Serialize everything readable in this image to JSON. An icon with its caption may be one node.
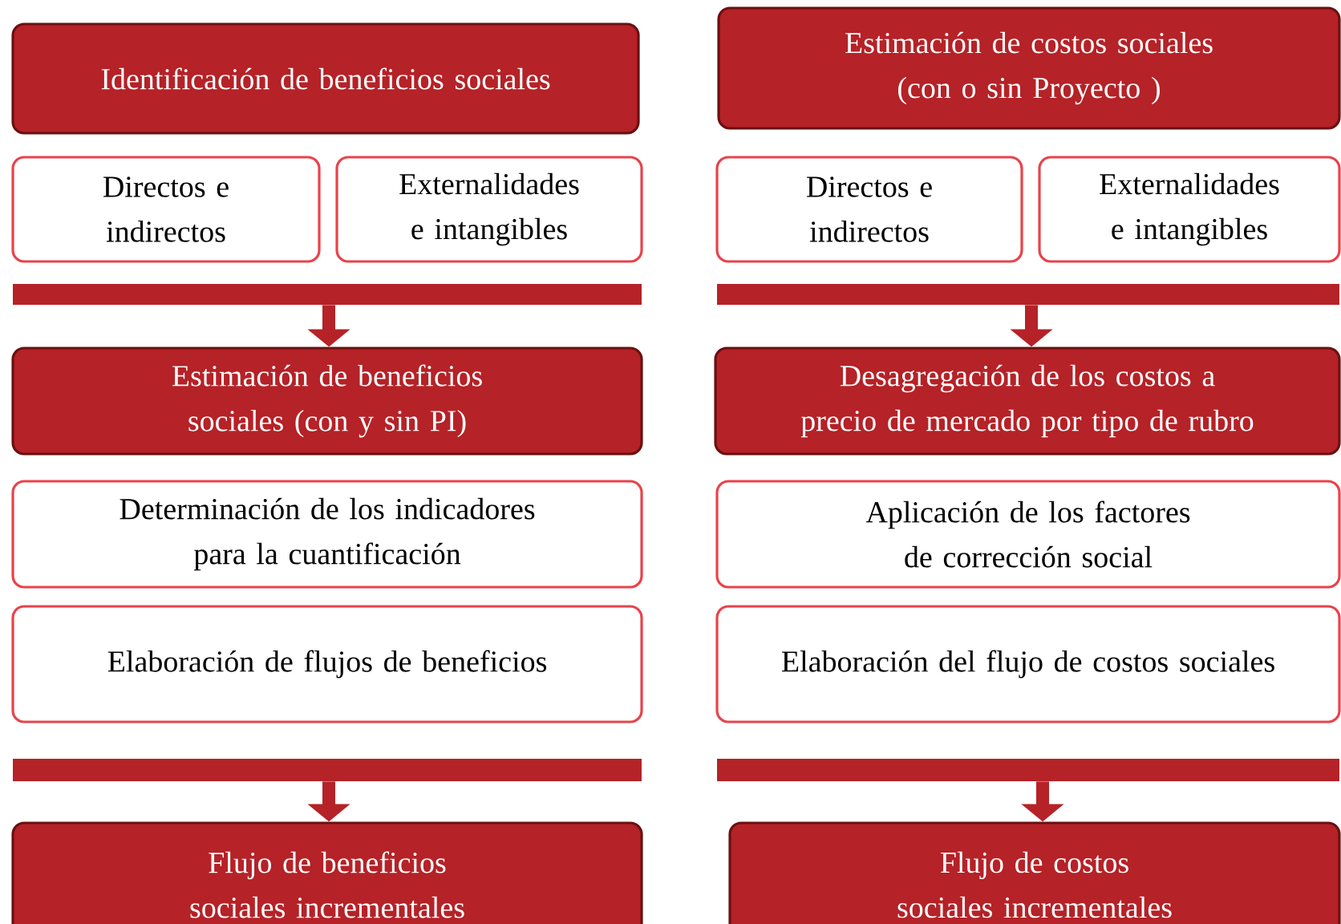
{
  "diagram": {
    "nodes": [
      {
        "text": [
          "Identificación de beneficios sociales"
        ]
      },
      {
        "text": [
          "Estimación de costos sociales (con o sin Proyecto )"
        ]
      },
      {
        "text": [
          "Directos e indirectos"
        ]
      },
      {
        "text": [
          "Externalidades e intangibles"
        ]
      },
      {
        "text": [
          "Directos e indirectos"
        ]
      },
      {
        "text": [
          "Externalidades e intangibles"
        ]
      },
      {
        "text": [],
        "shape": "bar"
      },
      {
        "text": [],
        "shape": "bar"
      },
      {
        "text": [
          "Estimación de beneficios sociales (con y sin PI)"
        ]
      },
      {
        "text": [
          "Desagregación de los costos a precio de mercado por tipo de rubro"
        ]
      },
      {
        "text": [
          "Determinación de los indicadores para la cuantificación"
        ]
      },
      {
        "text": [
          "Aplicación de los factores de corrección social"
        ]
      },
      {
        "text": [
          "Elaboración de flujos de beneficios"
        ]
      },
      {
        "text": [
          "Elaboración del flujo de costos sociales"
        ]
      },
      {
        "text": [],
        "shape": "bar"
      },
      {
        "text": [],
        "shape": "bar"
      },
      {
        "text": [
          "Flujo de beneficios sociales incrementales"
        ]
      },
      {
        "text": [
          "Flujo de costos sociales incrementales"
        ]
      }
    ],
    "edges": [
      {
        "from": 6,
        "to": 8,
        "arrow": "to"
      },
      {
        "from": 7,
        "to": 9,
        "arrow": "to"
      },
      {
        "from": 14,
        "to": 16,
        "arrow": "to"
      },
      {
        "from": 15,
        "to": 17,
        "arrow": "to"
      }
    ]
  }
}
